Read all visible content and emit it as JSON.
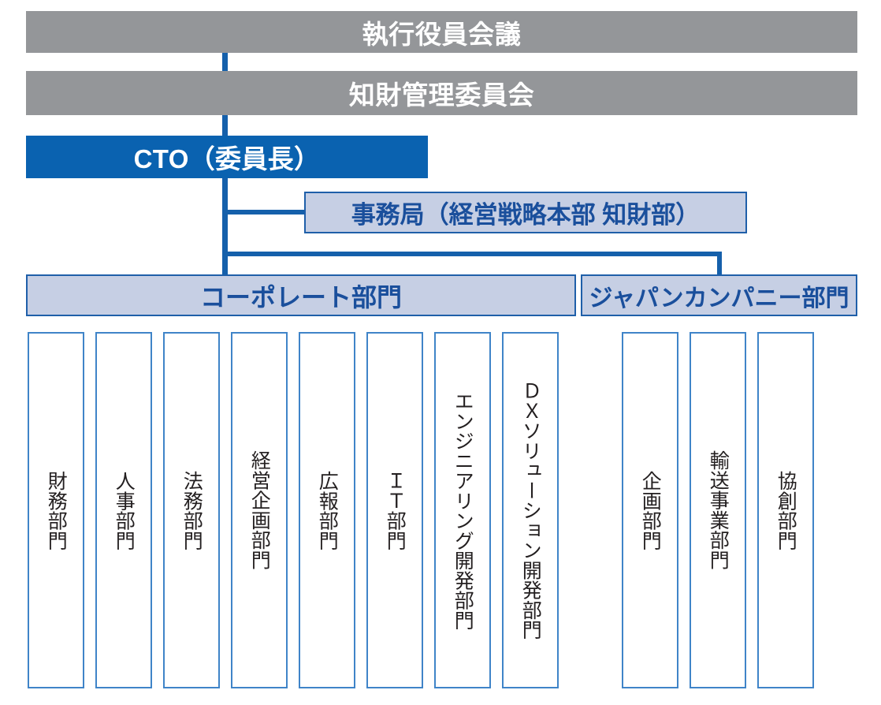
{
  "diagram": {
    "title_meta": "intellectual-property-management-organization-chart",
    "colors": {
      "gray_bar": "#949699",
      "blue_bar": "#0a62b0",
      "light_blue_fill": "#c6cfe4",
      "border_blue": "#1f5fa9",
      "dept_border": "#3f84c8",
      "connector": "#1560ab",
      "text_on_gray": "#ffffff",
      "text_on_blue": "#ffffff",
      "text_dark_blue": "#1a4f9c",
      "text_dept": "#231f20"
    }
  },
  "governance": {
    "executive_meeting": "執行役員会議",
    "ip_committee": "知財管理委員会"
  },
  "cto": {
    "label": "CTO（委員長）"
  },
  "secretariat": {
    "label": "事務局（経営戦略本部 知財部）"
  },
  "divisions": [
    {
      "key": "corporate",
      "label": "コーポレート部門",
      "departments": [
        "財務部門",
        "人事部門",
        "法務部門",
        "経営企画部門",
        "広報部門",
        "ＩＴ部門",
        "エンジニアリング開発部門",
        "ＤＸソリューション開発部門"
      ]
    },
    {
      "key": "japan-company",
      "label": "ジャパンカンパニー部門",
      "departments": [
        "企画部門",
        "輸送事業部門",
        "協創部門"
      ]
    }
  ]
}
